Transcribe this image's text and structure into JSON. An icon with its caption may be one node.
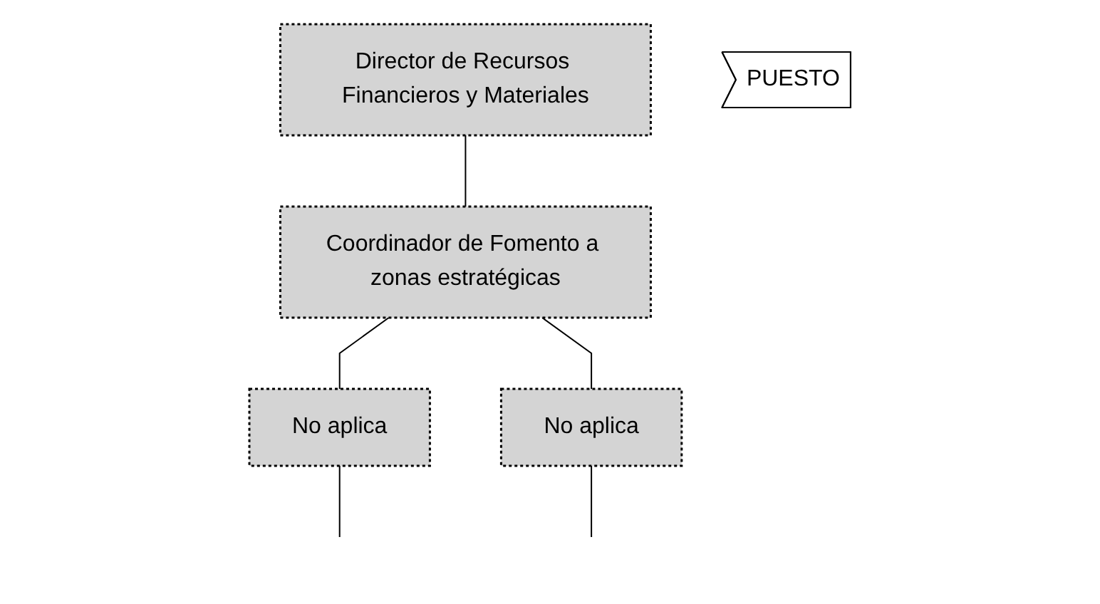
{
  "diagram": {
    "nodes": [
      {
        "text": [
          "Director de Recursos Financieros y Materiales"
        ]
      },
      {
        "text": [
          "Coordinador de Fomento a zonas estratégicas"
        ]
      },
      {
        "text": [
          "PUESTO"
        ]
      },
      {
        "text": [
          "No aplica"
        ]
      },
      {
        "text": [
          "No aplica"
        ]
      }
    ],
    "edges": [
      {
        "from": 0,
        "to": 1,
        "arrow": "none"
      },
      {
        "from": 1,
        "to": 3,
        "arrow": "none"
      },
      {
        "from": 1,
        "to": 4,
        "arrow": "none"
      },
      {
        "from": 3,
        "to": null,
        "arrow": "none"
      },
      {
        "from": 4,
        "to": null,
        "arrow": "none"
      }
    ]
  }
}
